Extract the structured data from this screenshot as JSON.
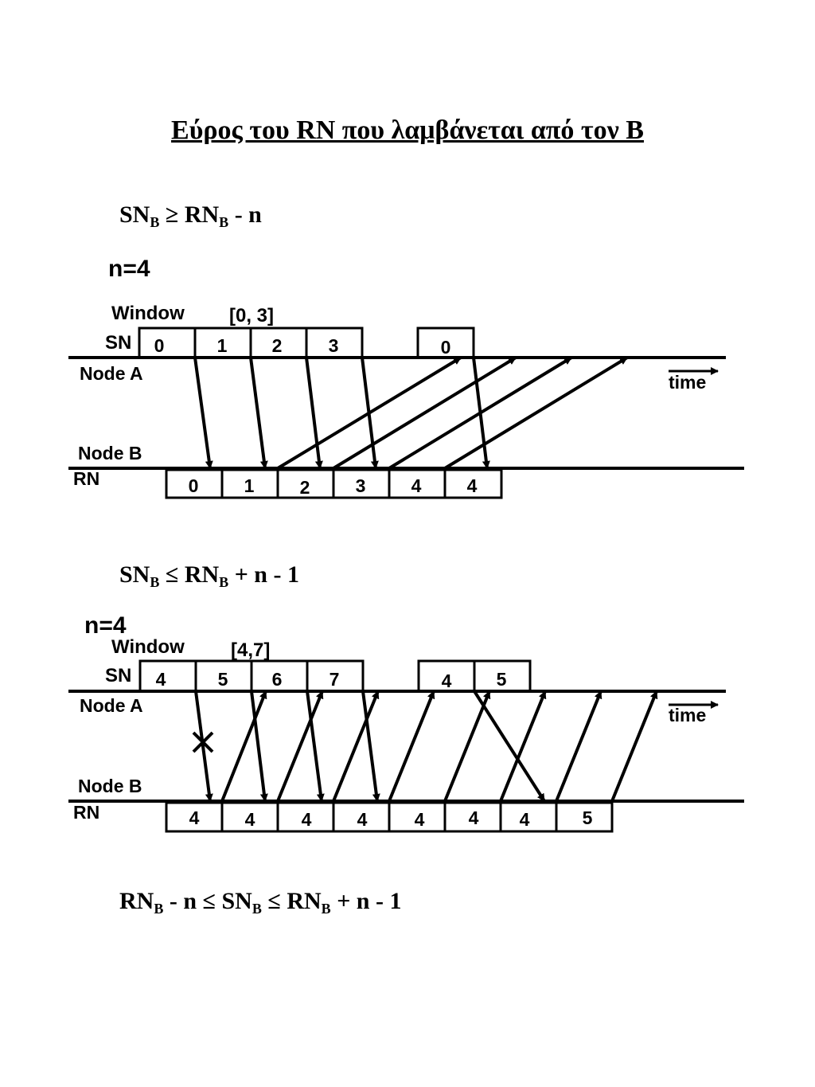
{
  "title": "Εύρος του RN που λαμβάνεται από τον B",
  "formulas": {
    "f1": {
      "sn": "SN",
      "sub1": "B",
      "op": " ≥ RN",
      "sub2": "B",
      "rest": " - n"
    },
    "f2": {
      "sn": "SN",
      "sub1": "B",
      "op": " ≤ RN",
      "sub2": "B",
      "rest": " + n - 1"
    },
    "f3": {
      "a": "RN",
      "sub1": "B",
      "b": " - n ≤ SN",
      "sub2": "B",
      "c": " ≤ RN",
      "sub3": "B",
      "d": " + n - 1"
    }
  },
  "diagram1": {
    "n_label": "n=4",
    "window_label": "Window",
    "window_range": "[0, 3]",
    "sn_label": "SN",
    "node_a": "Node A",
    "node_b": "Node B",
    "rn_label": "RN",
    "time_label": "time",
    "sn_values": [
      "0",
      "1",
      "2",
      "3",
      "0"
    ],
    "rn_values": [
      "0",
      "1",
      "2",
      "3",
      "4",
      "4"
    ]
  },
  "diagram2": {
    "n_label": "n=4",
    "window_label": "Window",
    "window_range": "[4,7]",
    "sn_label": "SN",
    "node_a": "Node A",
    "node_b": "Node B",
    "rn_label": "RN",
    "time_label": "time",
    "sn_values": [
      "4",
      "5",
      "6",
      "7",
      "4",
      "5"
    ],
    "rn_values": [
      "4",
      "4",
      "4",
      "4",
      "4",
      "4",
      "4",
      "5"
    ]
  }
}
